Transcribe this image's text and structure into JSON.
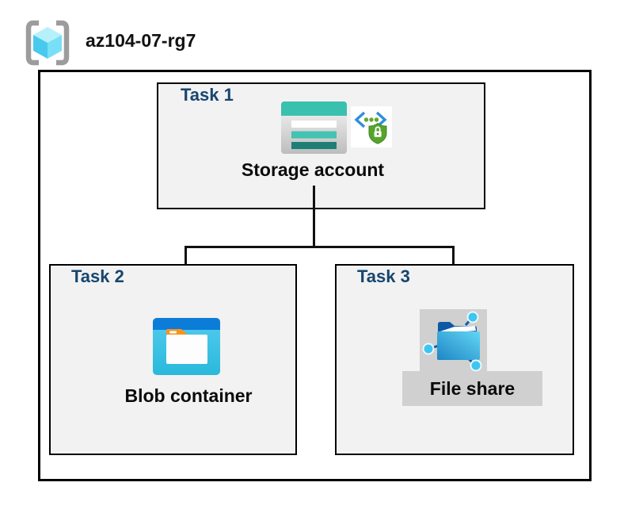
{
  "resource_group": {
    "name": "az104-07-rg7",
    "icon": "azure-resource-group-icon"
  },
  "tasks": [
    {
      "title": "Task 1",
      "resource_label": "Storage account",
      "icons": [
        "storage-account-icon",
        "shield-lock-code-icon"
      ]
    },
    {
      "title": "Task 2",
      "resource_label": "Blob container",
      "icons": [
        "blob-container-icon"
      ]
    },
    {
      "title": "Task 3",
      "resource_label": "File share",
      "icons": [
        "file-share-icon"
      ]
    }
  ],
  "connections": [
    {
      "from": "Storage account",
      "to": "Blob container"
    },
    {
      "from": "Storage account",
      "to": "File share"
    }
  ],
  "colors": {
    "task_box_fill": "#F2F2F2",
    "task_title": "#17466F",
    "border": "#000000",
    "connector": "#111111",
    "storage_teal_band": "#3AC0AE",
    "storage_teal_stripe": "#43C3B2",
    "storage_dark_teal_stripe": "#1F7F77",
    "blob_top_bar": "#0C7CD9",
    "blob_body": "#3FC2E4",
    "blob_tab_orange": "#F79420",
    "fileshare_folder_dark": "#0E59A6",
    "fileshare_folder_body": "#3FB5E2",
    "fileshare_node": "#3EC6F0",
    "fileshare_highlight_gray": "#D0D0D0",
    "shield_green": "#57A42D",
    "bracket_blue": "#2E8FD9",
    "rg_bracket_gray": "#9C9C9C",
    "rg_cube_blue": "#48CAEE"
  }
}
